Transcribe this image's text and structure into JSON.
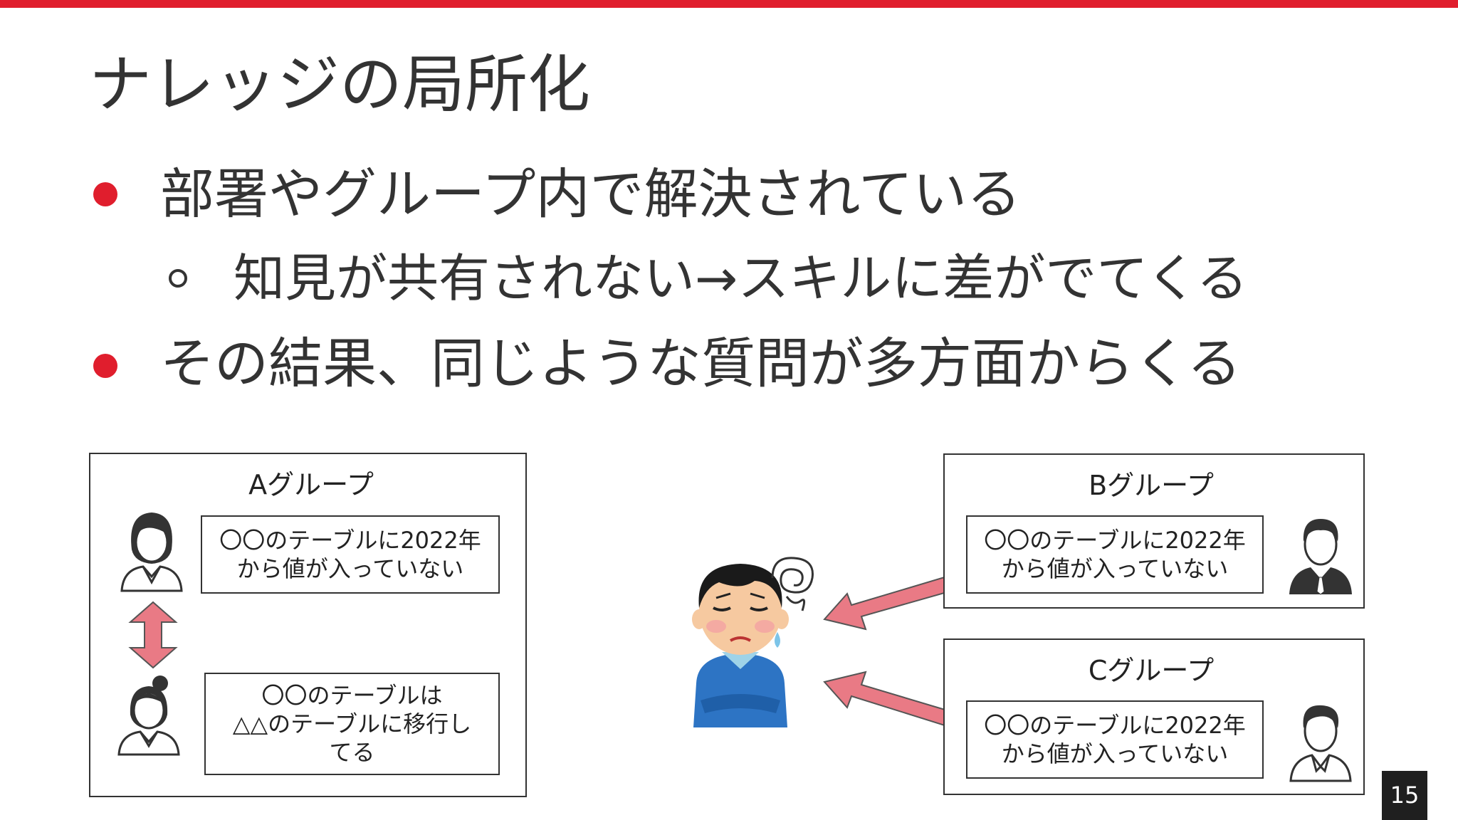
{
  "slide": {
    "title": "ナレッジの局所化",
    "bullets": [
      "部署やグループ内で解決されている",
      "知見が共有されない→スキルに差がでてくる",
      "その結果、同じような質問が多方面からくる"
    ],
    "page_number": "15"
  },
  "groups": {
    "a": {
      "title": "Aグループ",
      "note1": "〇〇のテーブルに2022年\nから値が入っていない",
      "note2": "〇〇のテーブルは\n△△のテーブルに移行し\nてる"
    },
    "b": {
      "title": "Bグループ",
      "note": "〇〇のテーブルに2022年\nから値が入っていない"
    },
    "c": {
      "title": "Cグループ",
      "note": "〇〇のテーブルに2022年\nから値が入っていない"
    }
  },
  "colors": {
    "accent": "#e01e2d",
    "arrow": "#e97a85",
    "text": "#333333"
  },
  "icons": [
    "woman-avatar-icon",
    "double-arrow-icon",
    "man-avatar-icon",
    "troubled-person-illustration"
  ]
}
